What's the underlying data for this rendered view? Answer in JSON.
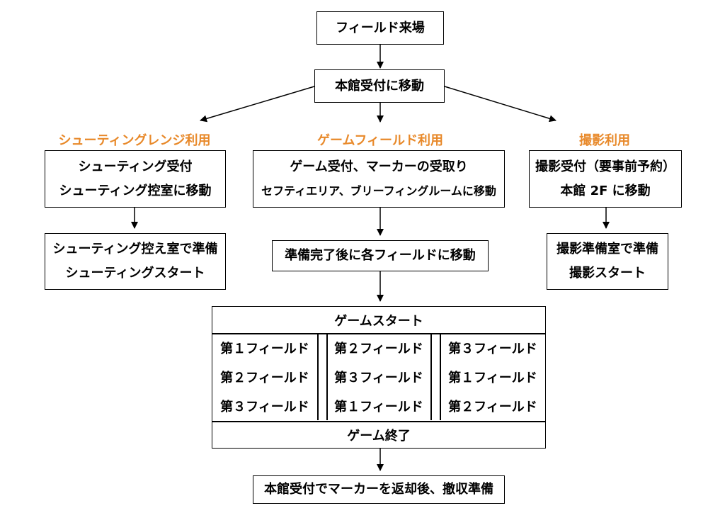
{
  "start": "フィールド来場",
  "reception": "本館受付に移動",
  "branches": {
    "shooting": {
      "heading": "シューティングレンジ利用",
      "step1": [
        "シューティング受付",
        "シューティング控室に移動"
      ],
      "step2": [
        "シューティング控え室で準備",
        "シューティングスタート"
      ]
    },
    "game": {
      "heading": "ゲームフィールド利用",
      "step1": [
        "ゲーム受付、マーカーの受取り",
        "セフティエリア、ブリーフィングルームに移動"
      ],
      "step2": "準備完了後に各フィールドに移動",
      "game_start": "ゲームスタート",
      "columns": [
        [
          "第１フィールド",
          "第２フィールド",
          "第３フィールド"
        ],
        [
          "第２フィールド",
          "第３フィールド",
          "第１フィールド"
        ],
        [
          "第３フィールド",
          "第１フィールド",
          "第２フィールド"
        ]
      ],
      "game_end": "ゲーム終了",
      "finish": "本館受付でマーカーを返却後、撤収準備"
    },
    "photo": {
      "heading": "撮影利用",
      "step1": [
        "撮影受付（要事前予約）",
        "本館 2F に移動"
      ],
      "step2": [
        "撮影準備室で準備",
        "撮影スタート"
      ]
    }
  },
  "colors": {
    "heading": "#e8892a",
    "line": "#000000"
  }
}
